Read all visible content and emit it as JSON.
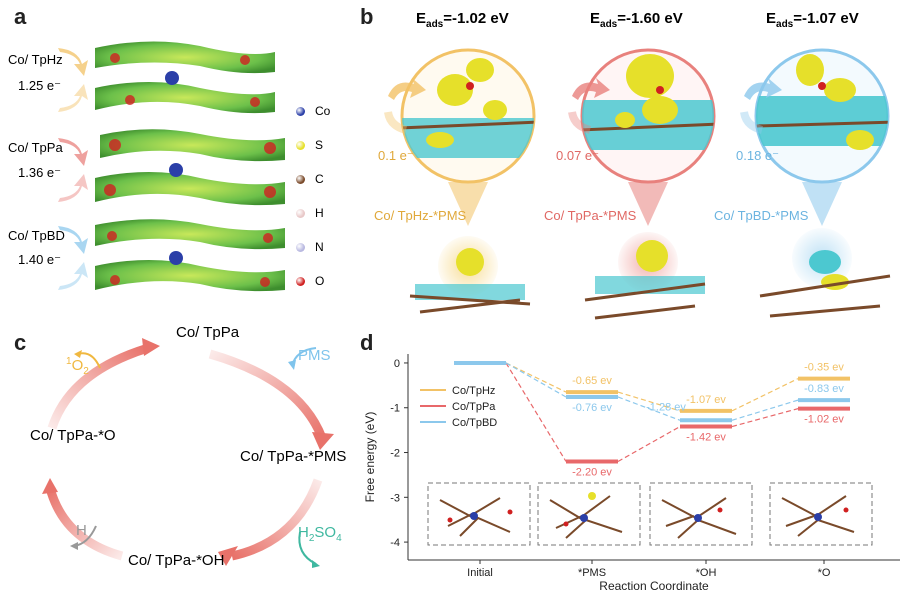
{
  "panels": {
    "a": {
      "letter": "a",
      "rows": [
        {
          "name": "Co/ TpHz",
          "charge": "1.25 e⁻",
          "color": "#f2c266"
        },
        {
          "name": "Co/ TpPa",
          "charge": "1.36 e⁻",
          "color": "#e8817d"
        },
        {
          "name": "Co/ TpBD",
          "charge": "1.40 e⁻",
          "color": "#8cc8ec"
        }
      ],
      "legend": [
        {
          "element": "Co",
          "color": "#2b3fa8"
        },
        {
          "element": "S",
          "color": "#e6e02a"
        },
        {
          "element": "C",
          "color": "#7a4a2a"
        },
        {
          "element": "H",
          "color": "#e8c8c8"
        },
        {
          "element": "N",
          "color": "#b8b8e0"
        },
        {
          "element": "O",
          "color": "#d02020"
        }
      ]
    },
    "b": {
      "letter": "b",
      "items": [
        {
          "eads_prefix": "E",
          "eads_sub": "ads",
          "eads_value": "=-1.02 eV",
          "transfer": "0.1 e⁻",
          "label": "Co/ TpHz-*PMS",
          "color": "#f2c266"
        },
        {
          "eads_prefix": "E",
          "eads_sub": "ads",
          "eads_value": "=-1.60 eV",
          "transfer": "0.07 e⁻",
          "label": "Co/ TpPa-*PMS",
          "color": "#e8817d"
        },
        {
          "eads_prefix": "E",
          "eads_sub": "ads",
          "eads_value": "=-1.07 eV",
          "transfer": "0.18 e⁻",
          "label": "Co/ TpBD-*PMS",
          "color": "#8cc8ec"
        }
      ]
    },
    "c": {
      "letter": "c",
      "nodes": {
        "top": "Co/ TpPa",
        "right": "Co/ TpPa-*PMS",
        "bottom": "Co/ TpPa-*OH",
        "left": "Co/ TpPa-*O"
      },
      "side_species": {
        "pms": "PMS",
        "h2so4_base": "H",
        "h2so4_sub": "2",
        "h2so4_tail": "SO",
        "h2so4_sub2": "4",
        "o2_sup": "1",
        "o2_base": "O",
        "o2_sub": "2",
        "h": "H"
      },
      "colors": {
        "pms": "#7fc4ec",
        "h2so4": "#3fb8a0",
        "o2": "#f0b840",
        "h": "#999999",
        "cycle": "#e8726a"
      }
    },
    "d": {
      "letter": "d",
      "chart_data": {
        "type": "line",
        "x_categories": [
          "Initial",
          "*PMS",
          "*OH",
          "*O"
        ],
        "xlabel": "Reaction Coordinate",
        "ylabel": "Free energy (eV)",
        "ylim": [
          -4.4,
          0.2
        ],
        "yticks": [
          0,
          -1,
          -2,
          -3,
          -4
        ],
        "legend_placement": "upper-left",
        "series": [
          {
            "name": "Co/TpHz",
            "color": "#f2c266",
            "values": [
              0,
              -0.65,
              -1.07,
              -0.35
            ],
            "labels": [
              "",
              "-0.65 ev",
              "-1.07 ev",
              "-0.35 ev"
            ]
          },
          {
            "name": "Co/TpPa",
            "color": "#e8686a",
            "values": [
              0,
              -2.2,
              -1.42,
              -1.02
            ],
            "labels": [
              "",
              "-2.20 ev",
              "-1.42 ev",
              "-1.02 ev"
            ]
          },
          {
            "name": "Co/TpBD",
            "color": "#8cc8ec",
            "values": [
              0,
              -0.76,
              -1.28,
              -0.83
            ],
            "labels": [
              "",
              "-0.76 ev",
              "-1.28 ev",
              "-0.83 ev"
            ]
          }
        ]
      }
    }
  }
}
